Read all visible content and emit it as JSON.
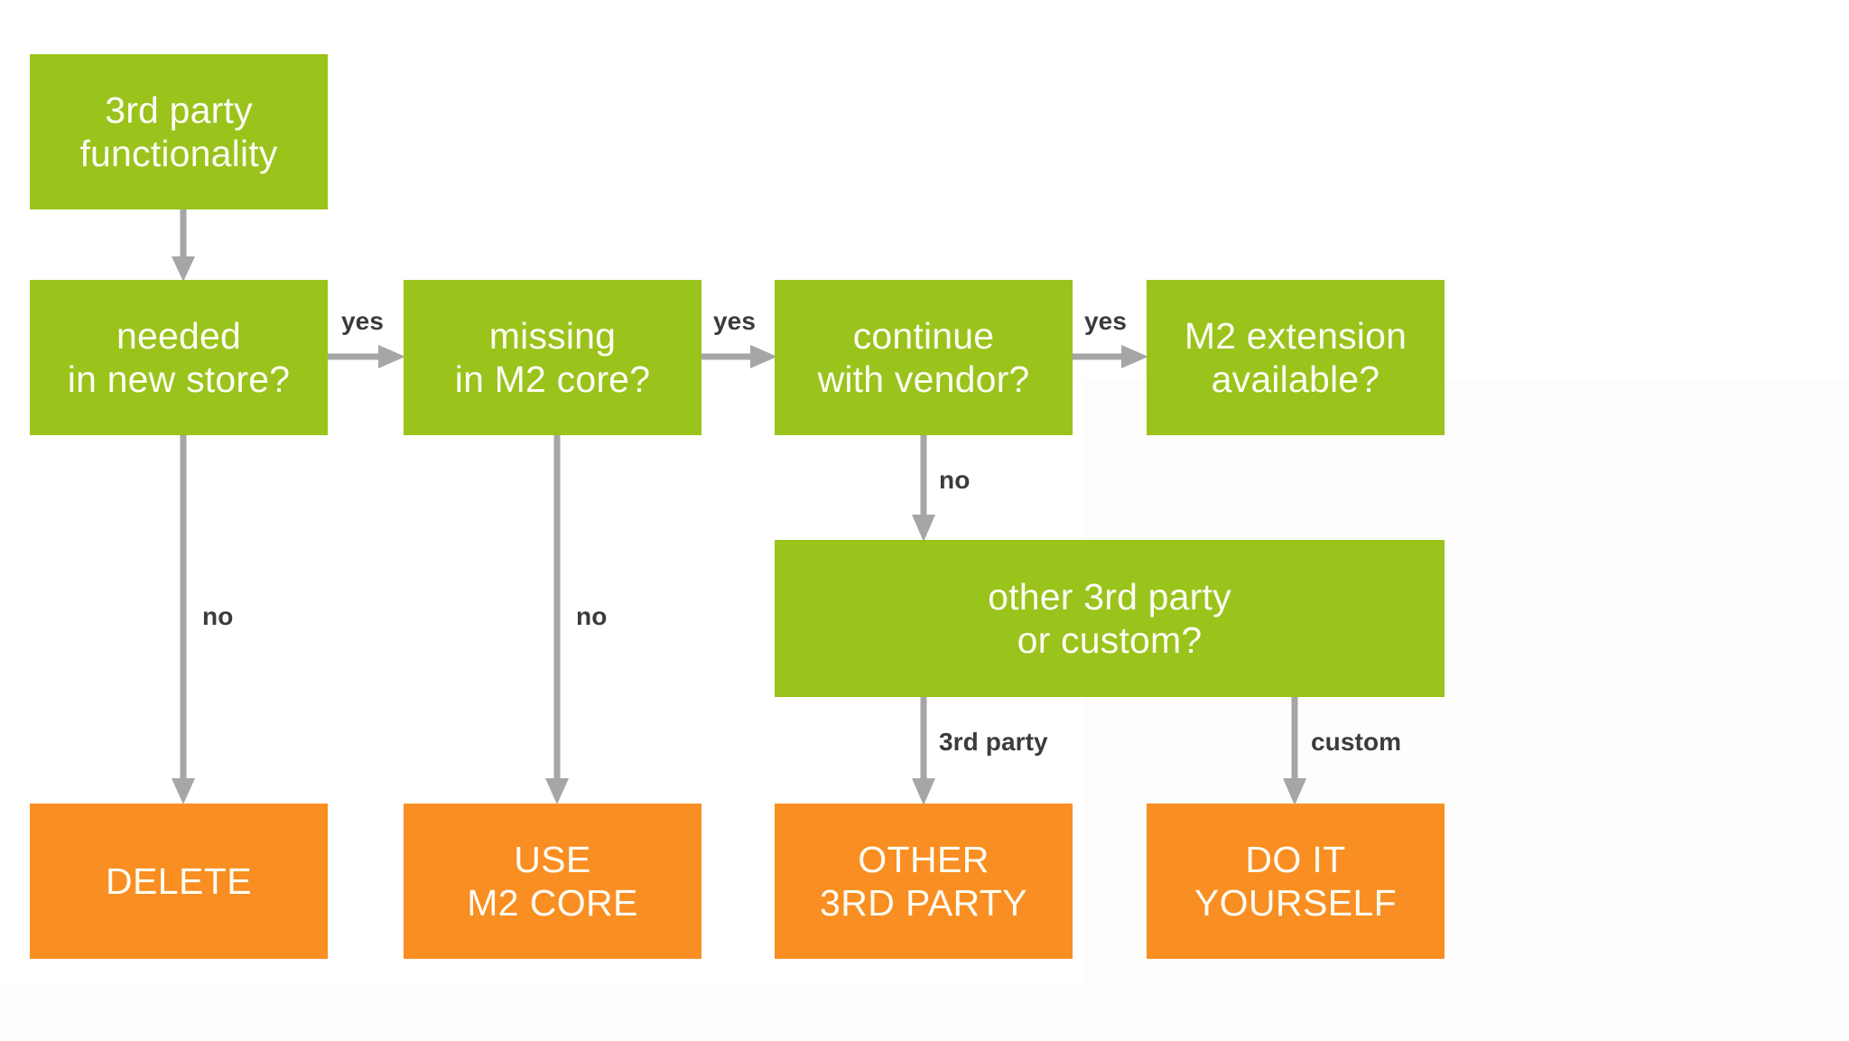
{
  "diagram": {
    "title_text": "",
    "colors": {
      "decision_green": "#9AC31C",
      "outcome_orange": "#F98E22",
      "arrow_gray": "#A6A6A6",
      "label_dark": "#3B3B3B",
      "node_text": "#FDFDF4",
      "background": "#FFFFFF"
    },
    "nodes": [
      {
        "id": "start",
        "label": "3rd party\nfunctionality",
        "kind": "green"
      },
      {
        "id": "needed",
        "label": "needed\nin new store?",
        "kind": "green"
      },
      {
        "id": "missing",
        "label": "missing\nin M2 core?",
        "kind": "green"
      },
      {
        "id": "continue",
        "label": "continue\nwith vendor?",
        "kind": "green"
      },
      {
        "id": "m2ext",
        "label": "M2 extension\navailable?",
        "kind": "green"
      },
      {
        "id": "other_custom",
        "label": "other 3rd party\nor custom?",
        "kind": "green"
      },
      {
        "id": "delete",
        "label": "DELETE",
        "kind": "orange"
      },
      {
        "id": "use_core",
        "label": "USE\nM2 CORE",
        "kind": "orange"
      },
      {
        "id": "other_3rd",
        "label": "OTHER\n3RD PARTY",
        "kind": "orange"
      },
      {
        "id": "diy",
        "label": "DO IT\nYOURSELF",
        "kind": "orange"
      }
    ],
    "edges": [
      {
        "from": "start",
        "to": "needed",
        "label": "",
        "direction": "down"
      },
      {
        "from": "needed",
        "to": "missing",
        "label": "yes",
        "direction": "right"
      },
      {
        "from": "missing",
        "to": "continue",
        "label": "yes",
        "direction": "right"
      },
      {
        "from": "continue",
        "to": "m2ext",
        "label": "yes",
        "direction": "right"
      },
      {
        "from": "needed",
        "to": "delete",
        "label": "no",
        "direction": "down"
      },
      {
        "from": "missing",
        "to": "use_core",
        "label": "no",
        "direction": "down"
      },
      {
        "from": "continue",
        "to": "other_custom",
        "label": "no",
        "direction": "down"
      },
      {
        "from": "other_custom",
        "to": "other_3rd",
        "label": "3rd party",
        "direction": "down"
      },
      {
        "from": "other_custom",
        "to": "diy",
        "label": "custom",
        "direction": "down"
      }
    ],
    "edge_labels": {
      "yes_1": "yes",
      "yes_2": "yes",
      "yes_3": "yes",
      "no_needed": "no",
      "no_missing": "no",
      "no_continue": "no",
      "branch_3rd_party": "3rd party",
      "branch_custom": "custom"
    }
  }
}
